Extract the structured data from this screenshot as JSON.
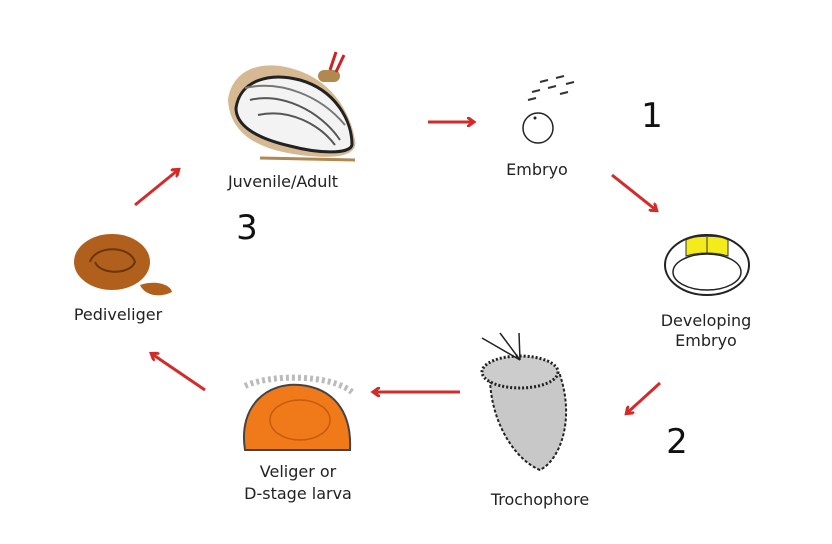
{
  "stages": {
    "adult": "Juvenile/Adult",
    "embryo": "Embryo",
    "developing_1": "Developing",
    "developing_2": "Embryo",
    "trochophore": "Trochophore",
    "veliger_1": "Veliger or",
    "veliger_2": "D-stage larva",
    "pediveliger": "Pediveliger"
  },
  "phases": {
    "one": "1",
    "two": "2",
    "three": "3"
  },
  "colors": {
    "arrow": "#d42a2a",
    "veliger": "#f07a1a",
    "pediveliger": "#b0601c",
    "yolk": "#f4ec1a"
  }
}
